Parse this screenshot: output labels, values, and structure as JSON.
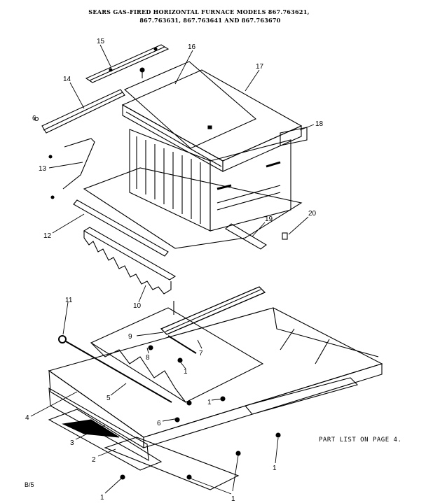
{
  "title_line1": "SEARS GAS-FIRED HORIZONTAL FURNACE MODELS 867.763621,",
  "title_line2": "867.763631, 867.763641 AND 867.763670",
  "note": "PART LIST ON PAGE 4.",
  "drawing_code": "B/5",
  "callouts": [
    "15",
    "16",
    "17",
    "14",
    "6",
    "18",
    "13",
    "12",
    "19",
    "20",
    "10",
    "11",
    "9",
    "8",
    "7",
    "1",
    "5",
    "4",
    "6",
    "3",
    "2",
    "1",
    "1",
    "1",
    "1"
  ]
}
